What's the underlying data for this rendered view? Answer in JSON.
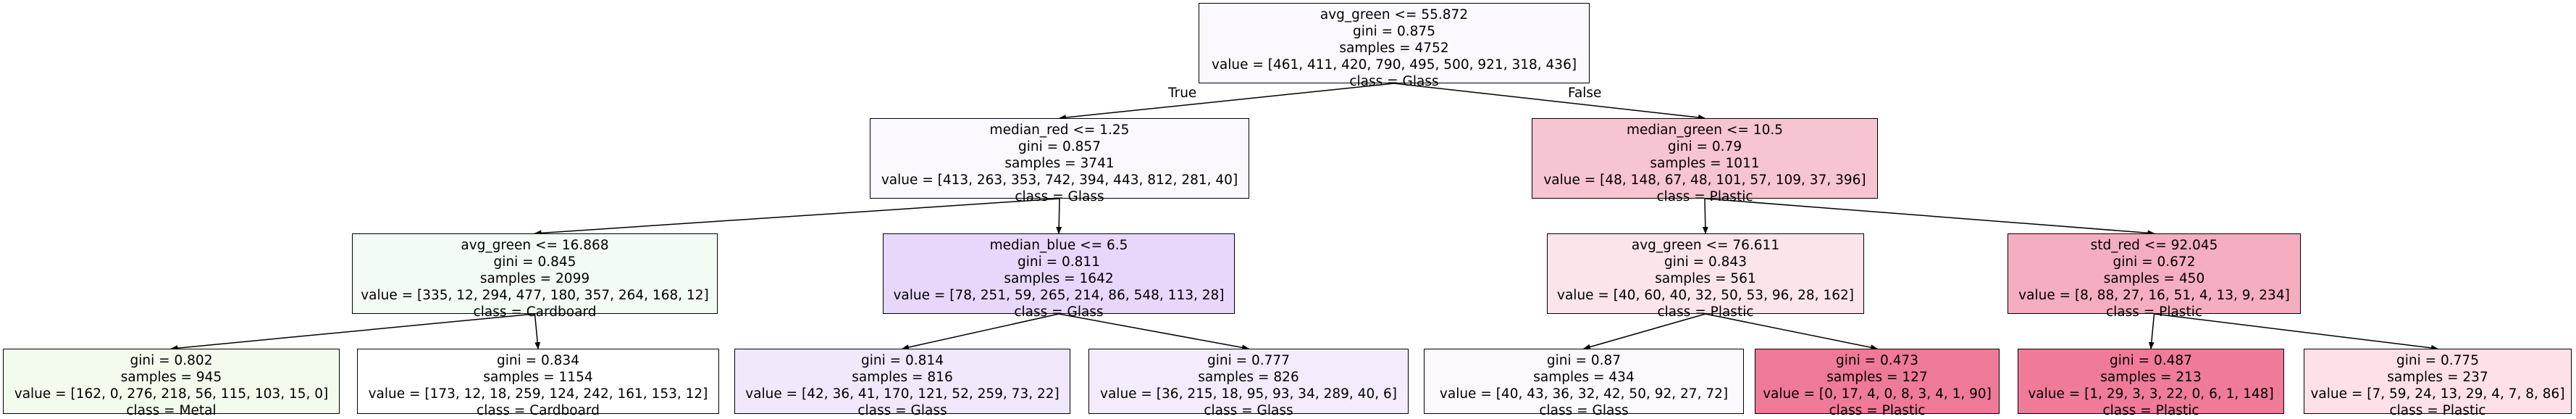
{
  "edge_labels": {
    "true_label": "True",
    "false_label": "False"
  },
  "nodes": {
    "n0": {
      "split": "avg_green <= 55.872",
      "gini": "gini = 0.875",
      "samples": "samples = 4752",
      "value": "value = [461, 411, 420, 790, 495, 500, 921, 318, 436]",
      "class": "class = Glass",
      "fill": "#fbf9ff"
    },
    "n1": {
      "split": "median_red <= 1.25",
      "gini": "gini = 0.857",
      "samples": "samples = 3741",
      "value": "value = [413, 263, 353, 742, 394, 443, 812, 281, 40]",
      "class": "class = Glass",
      "fill": "#fbf9ff"
    },
    "n2": {
      "split": "median_green <= 10.5",
      "gini": "gini = 0.79",
      "samples": "samples = 1011",
      "value": "value = [48, 148, 67, 48, 101, 57, 109, 37, 396]",
      "class": "class = Plastic",
      "fill": "#f7c4d2"
    },
    "n3": {
      "split": "avg_green <= 16.868",
      "gini": "gini = 0.845",
      "samples": "samples = 2099",
      "value": "value = [335, 12, 294, 477, 180, 357, 264, 168, 12]",
      "class": "class = Cardboard",
      "fill": "#f2fcf5"
    },
    "n4": {
      "split": "median_blue <= 6.5",
      "gini": "gini = 0.811",
      "samples": "samples = 1642",
      "value": "value = [78, 251, 59, 265, 214, 86, 548, 113, 28]",
      "class": "class = Glass",
      "fill": "#e7d7fa"
    },
    "n5": {
      "split": "avg_green <= 76.611",
      "gini": "gini = 0.843",
      "samples": "samples = 561",
      "value": "value = [40, 60, 40, 32, 50, 53, 96, 28, 162]",
      "class": "class = Plastic",
      "fill": "#fce4eb"
    },
    "n6": {
      "split": "std_red <= 92.045",
      "gini": "gini = 0.672",
      "samples": "samples = 450",
      "value": "value = [8, 88, 27, 16, 51, 4, 13, 9, 234]",
      "class": "class = Plastic",
      "fill": "#f5adc1"
    },
    "n7": {
      "split": "",
      "gini": "gini = 0.802",
      "samples": "samples = 945",
      "value": "value = [162, 0, 276, 218, 56, 115, 103, 15, 0]",
      "class": "class = Metal",
      "fill": "#f3fbec"
    },
    "n8": {
      "split": "",
      "gini": "gini = 0.834",
      "samples": "samples = 1154",
      "value": "value = [173, 12, 18, 259, 124, 242, 161, 153, 12]",
      "class": "class = Cardboard",
      "fill": "#ffffff"
    },
    "n9": {
      "split": "",
      "gini": "gini = 0.814",
      "samples": "samples = 816",
      "value": "value = [42, 36, 41, 170, 121, 52, 259, 73, 22]",
      "class": "class = Glass",
      "fill": "#f1e8fc"
    },
    "n10": {
      "split": "",
      "gini": "gini = 0.777",
      "samples": "samples = 826",
      "value": "value = [36, 215, 18, 95, 93, 34, 289, 40, 6]",
      "class": "class = Glass",
      "fill": "#f4ecfd"
    },
    "n11": {
      "split": "",
      "gini": "gini = 0.87",
      "samples": "samples = 434",
      "value": "value = [40, 43, 36, 32, 42, 50, 92, 27, 72]",
      "class": "class = Glass",
      "fill": "#fbf8fe"
    },
    "n12": {
      "split": "",
      "gini": "gini = 0.473",
      "samples": "samples = 127",
      "value": "value = [0, 17, 4, 0, 8, 3, 4, 1, 90]",
      "class": "class = Plastic",
      "fill": "#ef7a98"
    },
    "n13": {
      "split": "",
      "gini": "gini = 0.487",
      "samples": "samples = 213",
      "value": "value = [1, 29, 3, 3, 22, 0, 6, 1, 148]",
      "class": "class = Plastic",
      "fill": "#ef7b99"
    },
    "n14": {
      "split": "",
      "gini": "gini = 0.775",
      "samples": "samples = 237",
      "value": "value = [7, 59, 24, 13, 29, 4, 7, 8, 86]",
      "class": "class = Plastic",
      "fill": "#fde0e8"
    }
  }
}
